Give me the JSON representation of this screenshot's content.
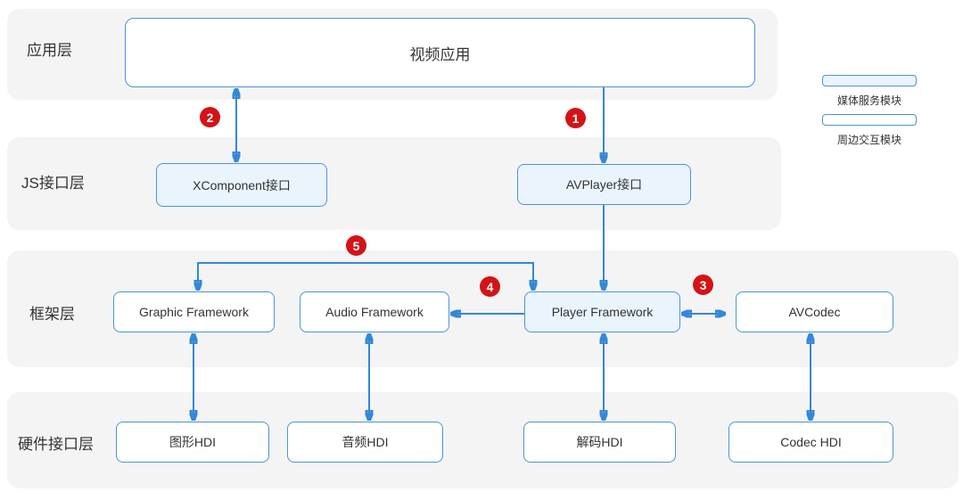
{
  "layers": [
    {
      "label": "应用层"
    },
    {
      "label": "JS接口层"
    },
    {
      "label": "框架层"
    },
    {
      "label": "硬件接口层"
    }
  ],
  "nodes": {
    "video_app": {
      "label": "视频应用",
      "type": "peripheral"
    },
    "xcomponent": {
      "label": "XComponent接口",
      "type": "media"
    },
    "avplayer": {
      "label": "AVPlayer接口",
      "type": "media"
    },
    "graphic_fw": {
      "label": "Graphic Framework",
      "type": "peripheral"
    },
    "audio_fw": {
      "label": "Audio Framework",
      "type": "peripheral"
    },
    "player_fw": {
      "label": "Player Framework",
      "type": "media"
    },
    "avcodec": {
      "label": "AVCodec",
      "type": "peripheral"
    },
    "graphic_hdi": {
      "label": "图形HDI",
      "type": "peripheral"
    },
    "audio_hdi": {
      "label": "音频HDI",
      "type": "peripheral"
    },
    "decode_hdi": {
      "label": "解码HDI",
      "type": "peripheral"
    },
    "codec_hdi": {
      "label": "Codec HDI",
      "type": "peripheral"
    }
  },
  "steps": [
    "1",
    "2",
    "3",
    "4",
    "5"
  ],
  "legend": {
    "items": [
      {
        "label": "媒体服务模块",
        "fill": "#e9f4fd"
      },
      {
        "label": "周边交互模块",
        "fill": "#ffffff"
      }
    ]
  },
  "colors": {
    "accent_blue": "#3388d8",
    "node_border_blue": "#4a94dc",
    "media_fill": "#e9f4fd",
    "band_gray": "#f4f4f5",
    "step_red": "#d41317",
    "text": "#333333"
  }
}
